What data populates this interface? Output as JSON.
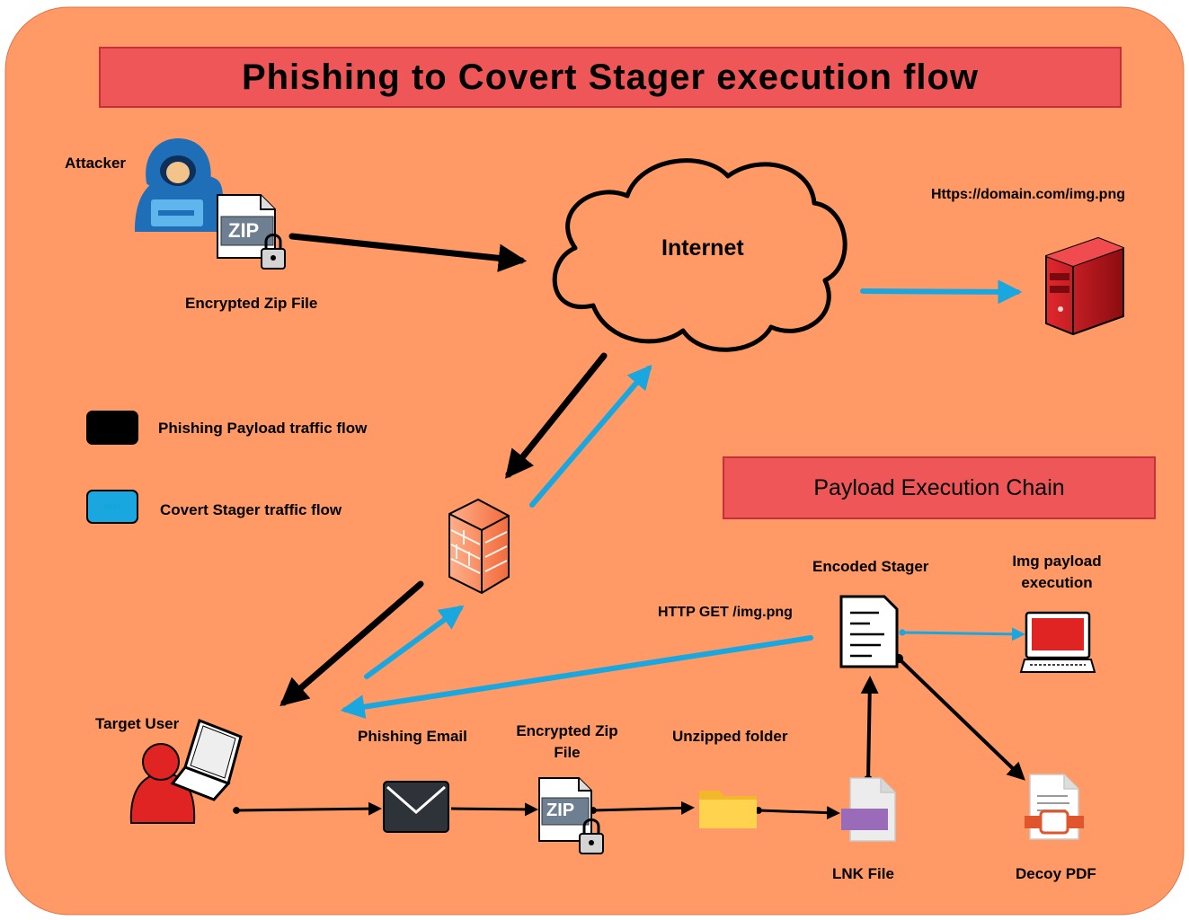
{
  "title": "Phishing to Covert Stager execution flow",
  "chain_title": "Payload Execution Chain",
  "labels": {
    "attacker": "Attacker",
    "encrypted_zip_top": "Encrypted Zip File",
    "internet": "Internet",
    "url": "Https://domain.com/img.png",
    "http_get": "HTTP GET /img.png",
    "target_user": "Target User",
    "phishing_email": "Phishing Email",
    "encrypted_zip_bottom_1": "Encrypted Zip",
    "encrypted_zip_bottom_2": "File",
    "unzipped_folder": "Unzipped folder",
    "lnk_file": "LNK File",
    "encoded_stager": "Encoded Stager",
    "img_payload_1": "Img payload",
    "img_payload_2": "execution",
    "decoy_pdf": "Decoy PDF",
    "zip_badge": "ZIP"
  },
  "legend": [
    {
      "label": "Phishing Payload traffic flow",
      "swatch_text": "",
      "color": "#000000"
    },
    {
      "label": "Covert Stager traffic flow",
      "swatch_text": "text",
      "color": "#1aa7e0"
    }
  ],
  "colors": {
    "background": "#ff9966",
    "banner": "#ee5657",
    "black_flow": "#000000",
    "blue_flow": "#1aa7e0",
    "server_red": "#c8161d",
    "user_red": "#e02424",
    "hoodie_blue": "#1f6fb8",
    "folder_yellow": "#ffd34d",
    "lnk_purple": "#9a6bb8"
  }
}
